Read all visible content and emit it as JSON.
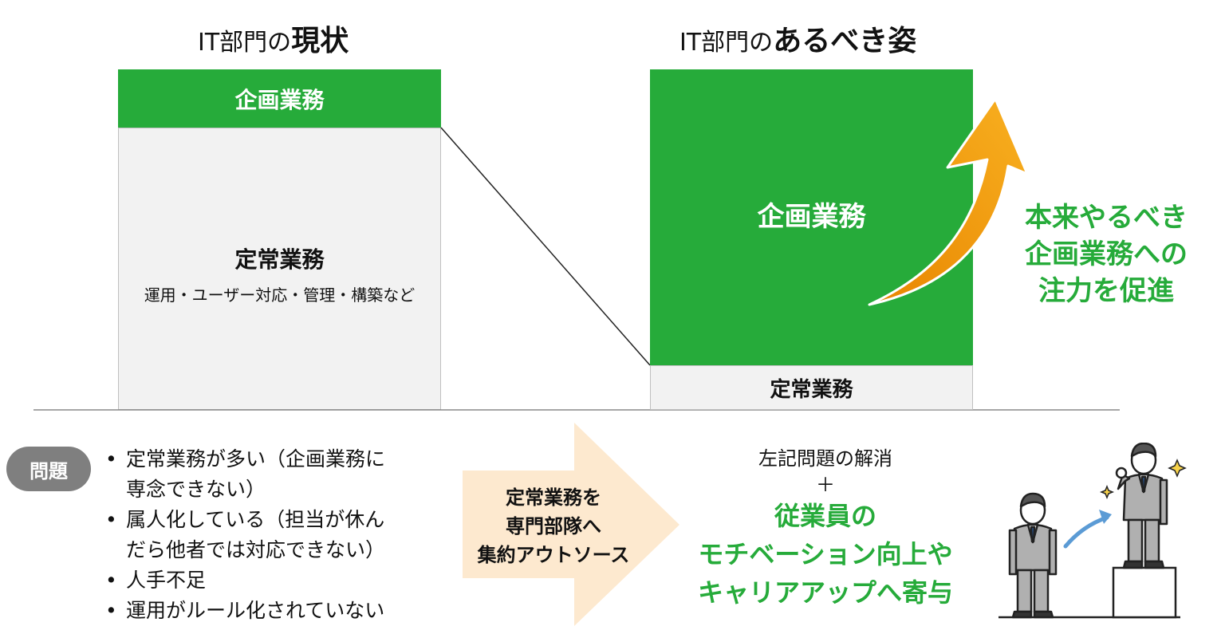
{
  "left": {
    "title_small": "IT部門の",
    "title_big": "現状",
    "planning_label": "企画業務",
    "routine_label": "定常業務",
    "routine_sub": "運用・ユーザー対応・管理・構築など"
  },
  "right": {
    "title_small": "IT部門の",
    "title_big": "あるべき姿",
    "planning_label": "企画業務",
    "routine_label": "定常業務",
    "callout": [
      "本来やるべき",
      "企画業務への",
      "注力を促進"
    ]
  },
  "problems": {
    "badge": "問題",
    "items": [
      [
        "定常業務が多い（企画業務に",
        "専念できない）"
      ],
      [
        "属人化している（担当が休ん",
        "だら他者では対応できない）"
      ],
      [
        "人手不足"
      ],
      [
        "運用がルール化されていない"
      ]
    ]
  },
  "arrow": {
    "lines": [
      "定常業務を",
      "専門部隊へ",
      "集約アウトソース"
    ]
  },
  "result": {
    "line1": "左記問題の解消",
    "plus": "＋",
    "green": [
      "従業員の",
      "モチベーション向上や",
      "キャリアアップへ寄与"
    ]
  },
  "colors": {
    "green": "#26ab3a",
    "orange": "#f39a0a",
    "light_gray": "#f2f2f2",
    "arrow_fill": "#fde9cf"
  }
}
